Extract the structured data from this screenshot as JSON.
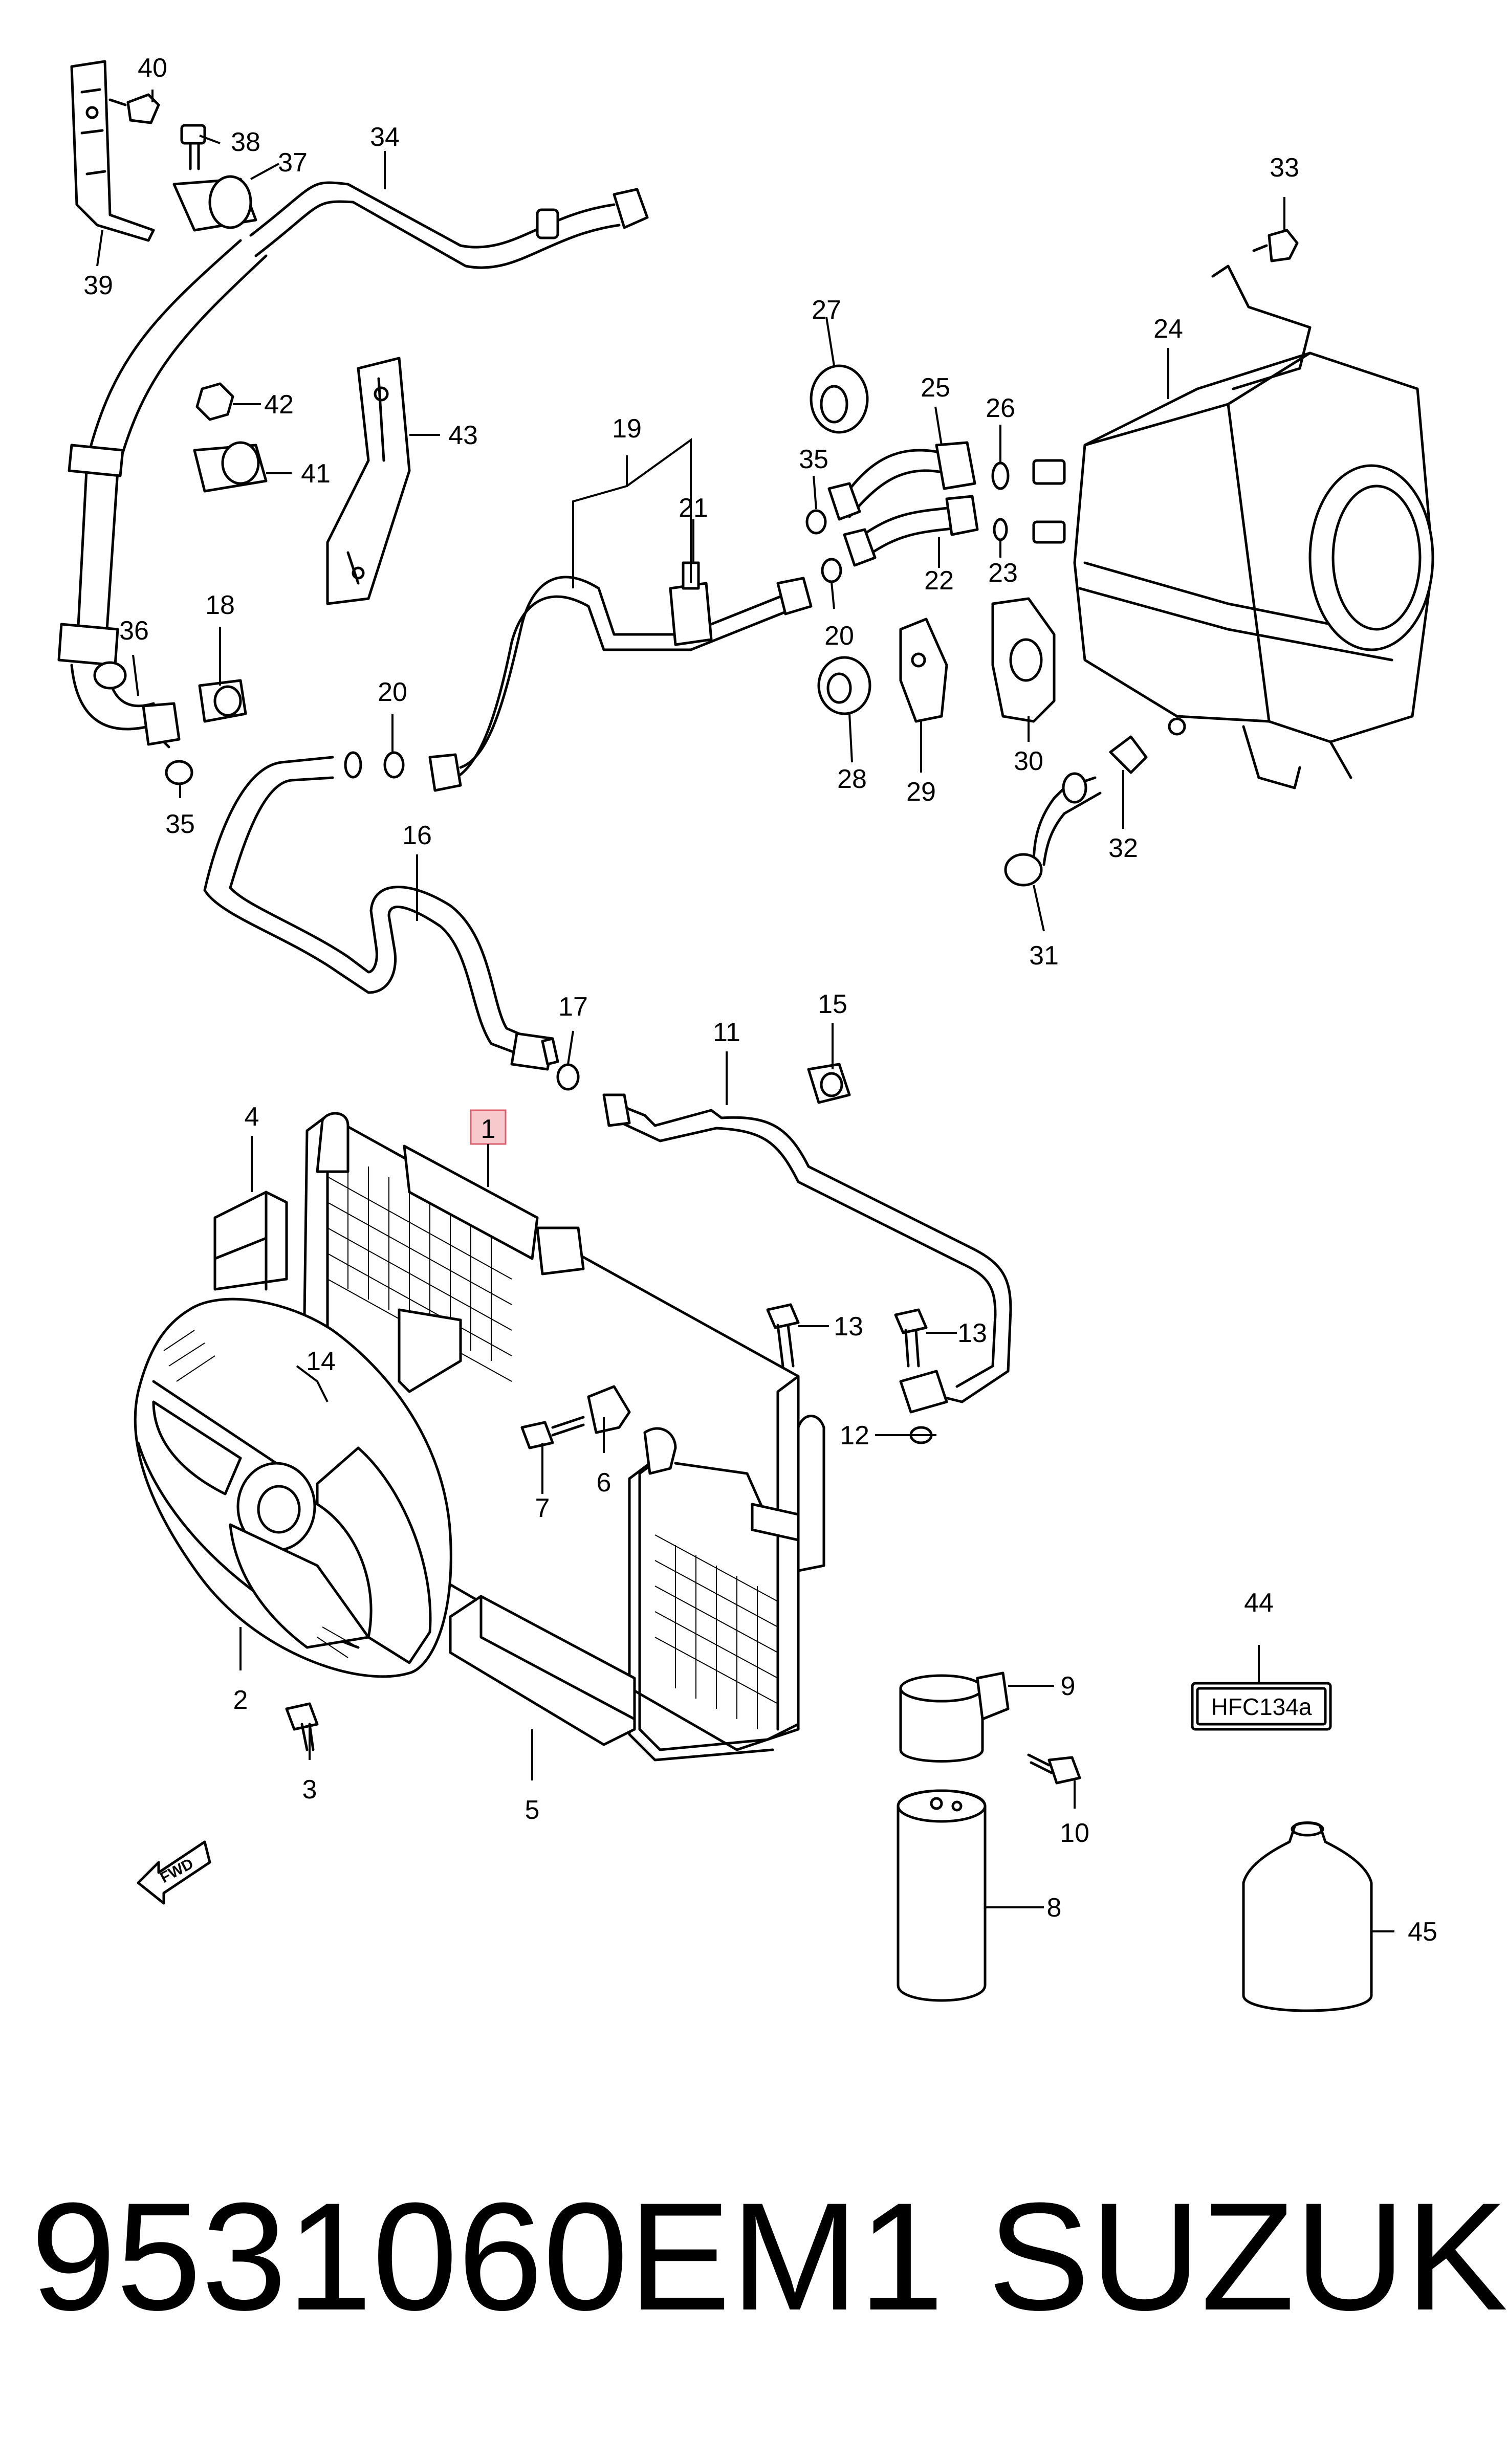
{
  "callouts": [
    "1",
    "2",
    "3",
    "4",
    "5",
    "6",
    "7",
    "8",
    "9",
    "10",
    "11",
    "12",
    "13",
    "13",
    "14",
    "15",
    "16",
    "17",
    "18",
    "19",
    "20",
    "20",
    "21",
    "22",
    "23",
    "24",
    "25",
    "26",
    "27",
    "28",
    "29",
    "30",
    "31",
    "32",
    "33",
    "34",
    "35",
    "35",
    "36",
    "37",
    "38",
    "39",
    "40",
    "41",
    "42",
    "43",
    "44",
    "45"
  ],
  "badge_text": "HFC134a",
  "arrow_text": "FWD",
  "caption": {
    "part_number": "9531060EM1",
    "brand": "SUZUKI"
  },
  "colors": {
    "ink": "#000000",
    "highlight_fill": "#f7c9cc",
    "highlight_stroke": "#d9606c",
    "background": "#ffffff"
  }
}
